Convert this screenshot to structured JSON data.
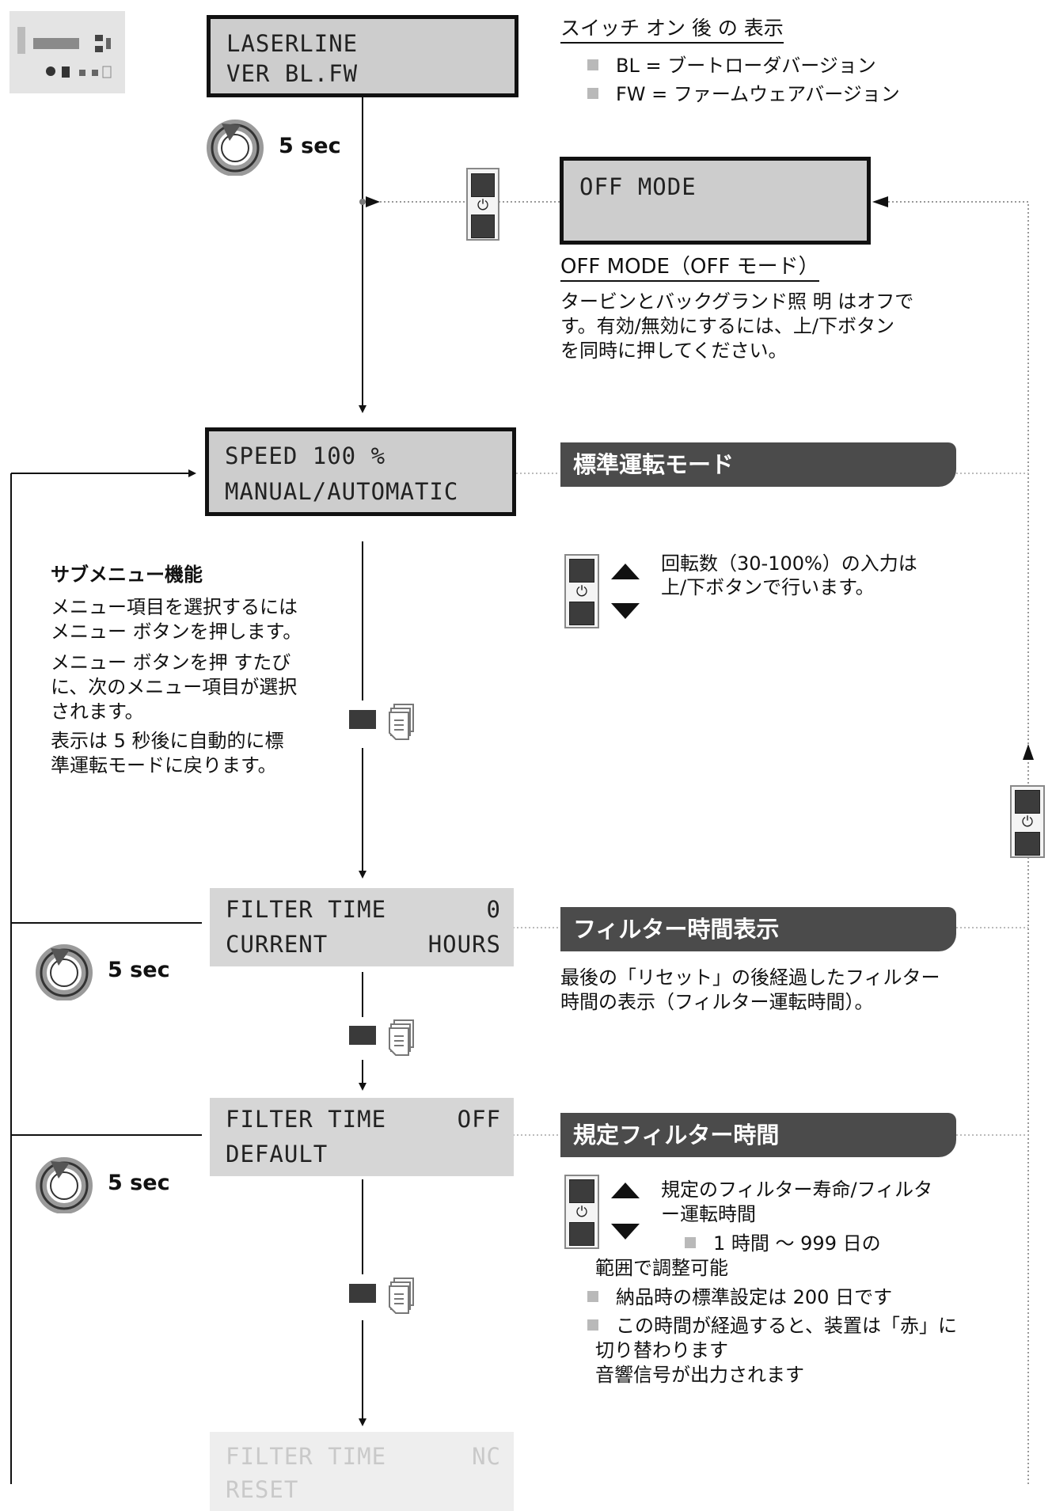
{
  "startup": {
    "lcd_line1": "LASERLINE",
    "lcd_line2": "VER BL.FW",
    "note_title": "スイッチ オン 後 の 表示",
    "bullet1": "BL = ブートローダバージョン",
    "bullet2": "FW = ファームウェアバージョン",
    "delay": "5 sec"
  },
  "off_mode": {
    "lcd_line1": "OFF MODE",
    "heading": "OFF MODE（OFF モード）",
    "desc1": "タービンとバックグランド照 明 はオフで",
    "desc2": "す。有効/無効にするには、上/下ボタン",
    "desc3": "を同時に押してください。"
  },
  "normal_mode": {
    "lcd_line1": "SPEED 100 %",
    "lcd_line2": "MANUAL/AUTOMATIC",
    "banner": "標準運転モード",
    "desc1": "回転数（30-100%）の入力は",
    "desc2": "上/下ボタンで行います。"
  },
  "submenu": {
    "title": "サブメニュー機能",
    "p1_line1": "メニュー項目を選択するには",
    "p1_line2": "メニュー ボタンを押します。",
    "p2_line1": "メニュー ボタンを押 すたび",
    "p2_line2": "に、次のメニュー項目が選択",
    "p2_line3": "されます。",
    "p3_line1": "表示は 5 秒後に自動的に標",
    "p3_line2": "準運転モードに戻ります。"
  },
  "filter_current": {
    "lcd_l1_left": "FILTER TIME",
    "lcd_l1_right": "0",
    "lcd_l2_left": "CURRENT",
    "lcd_l2_right": "HOURS",
    "delay": "5 sec",
    "banner": "フィルター時間表示",
    "desc1": "最後の「リセット」の後経過したフィルター",
    "desc2": "時間の表示（フィルター運転時間）。"
  },
  "filter_default": {
    "lcd_l1_left": "FILTER TIME",
    "lcd_l1_right": "OFF",
    "lcd_l2_left": "DEFAULT",
    "delay": "5 sec",
    "banner": "規定フィルター時間",
    "desc1": "規定のフィルター寿命/フィルタ",
    "desc2": "ー運転時間",
    "bullet1": "1 時間 ～ 999 日の",
    "bullet1_cont": "範囲で調整可能",
    "bullet2": "納品時の標準設定は 200 日です",
    "bullet3": "この時間が経過すると、装置は「赤」に",
    "bullet3_cont1": "切り替わります",
    "bullet3_cont2": "音響信号が出力されます"
  },
  "filter_reset": {
    "lcd_l1_left": "FILTER TIME",
    "lcd_l1_right": "NC",
    "lcd_l2_left": "RESET"
  },
  "power_symbol": "⏻"
}
